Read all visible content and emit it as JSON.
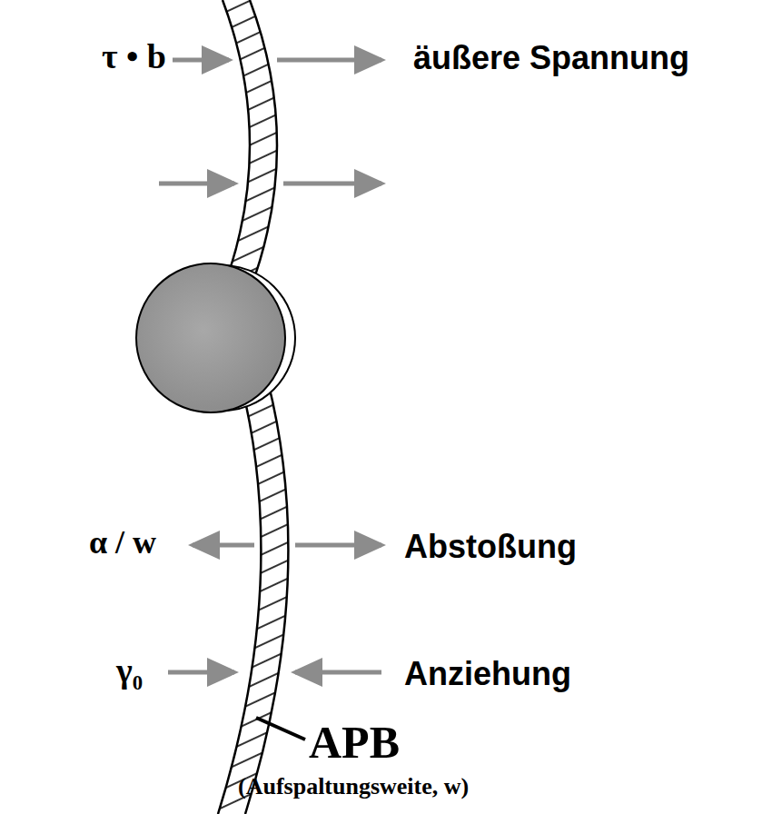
{
  "diagram": {
    "labels": [
      "τ • b",
      "äußere Spannung",
      "α / w",
      "Abstoßung",
      "γ₀",
      "Anziehung",
      "APB",
      "(Aufspaltungsweite, w)"
    ]
  }
}
